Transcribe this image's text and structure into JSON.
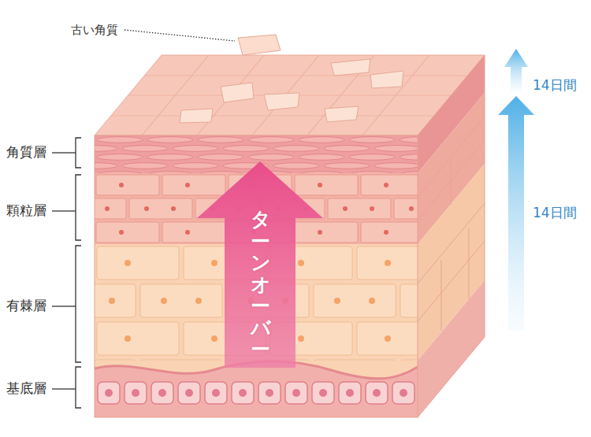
{
  "diagram": {
    "nodes": [
      {
        "text": [
          "ターンオーバー"
        ]
      }
    ],
    "labels": [
      "古い角質",
      "角質層",
      "顆粒層",
      "有棘層",
      "基底層",
      "14日間",
      "14日間"
    ]
  }
}
